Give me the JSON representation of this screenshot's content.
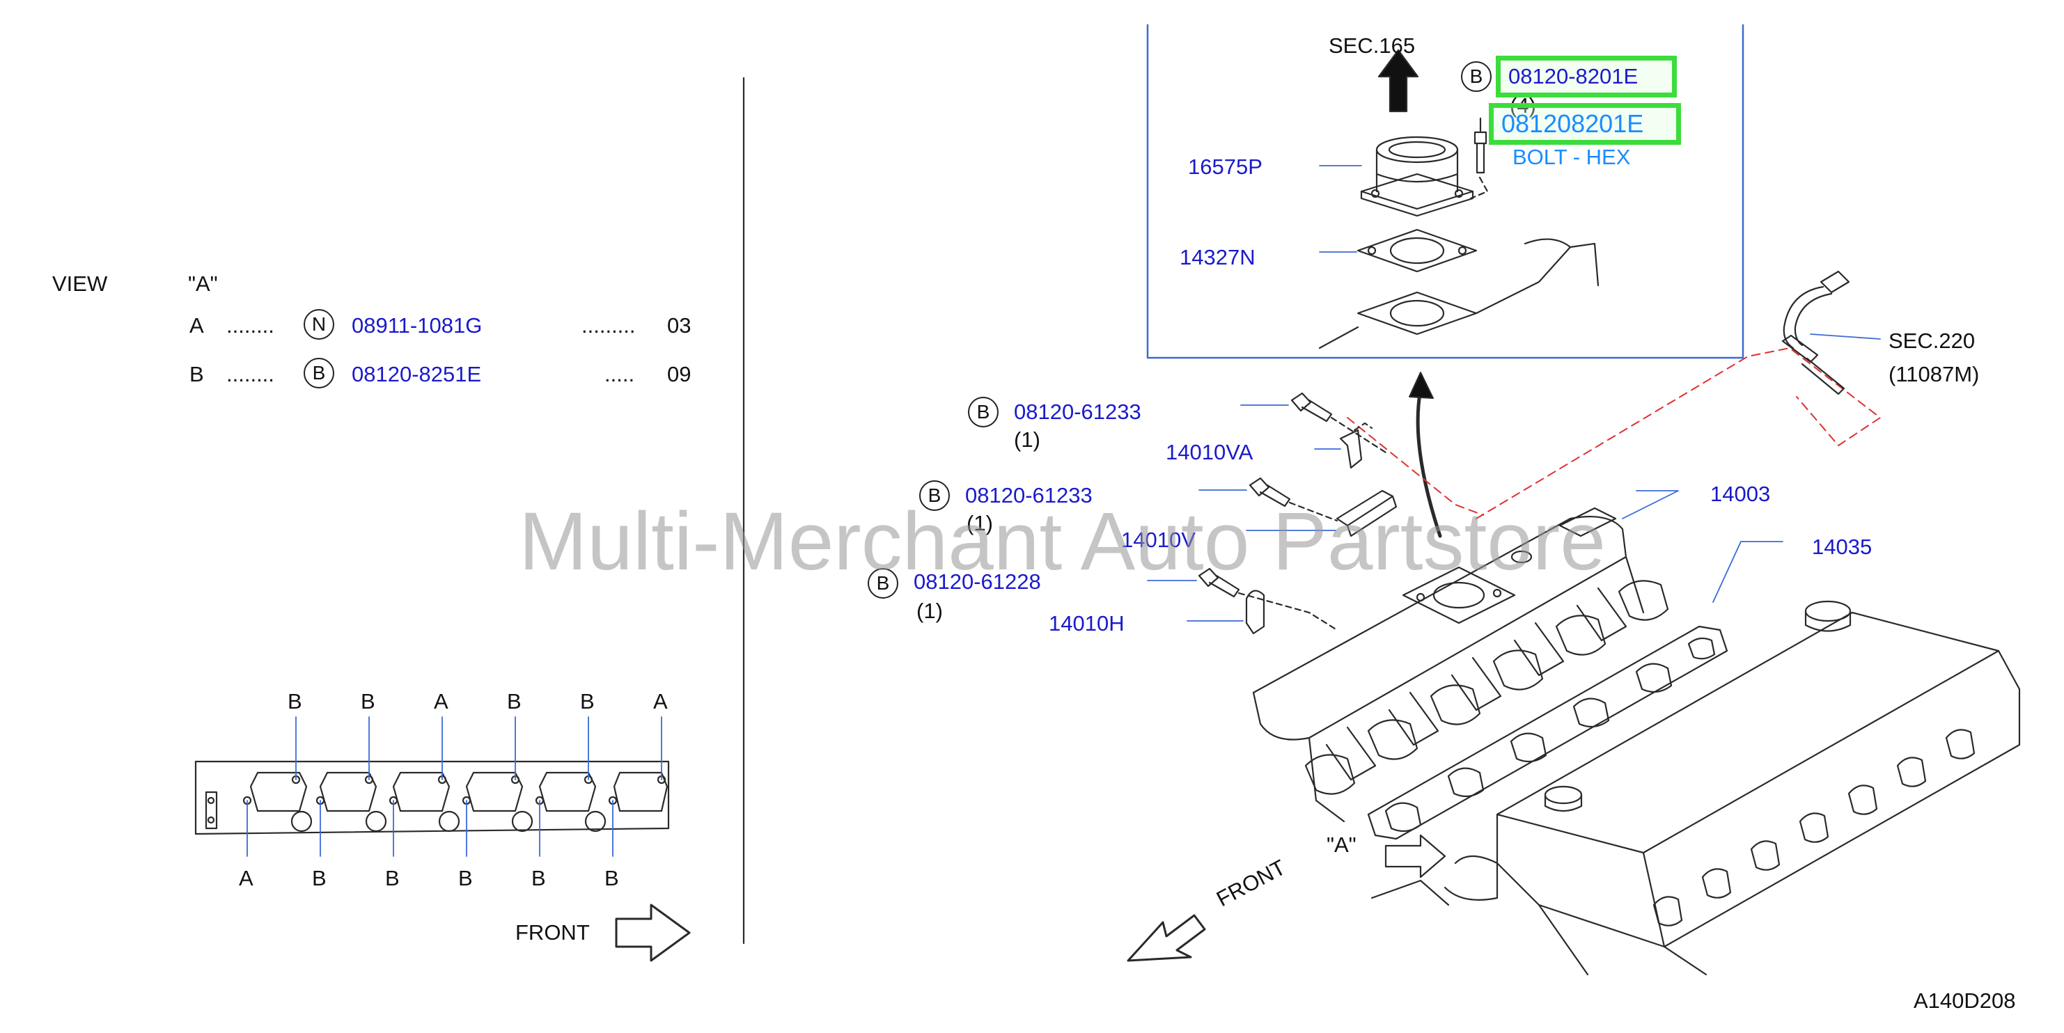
{
  "view": {
    "title": "VIEW",
    "ref": "\"A\"",
    "rows": [
      {
        "letter": "A",
        "dots": "........",
        "symbol": "N",
        "part": "08911-1081G",
        "dots2": ".........",
        "qty": "03"
      },
      {
        "letter": "B",
        "dots": "........",
        "symbol": "B",
        "part": "08120-8251E",
        "dots2": ".....",
        "qty": "09"
      }
    ]
  },
  "gasket_view": {
    "top_labels": [
      "B",
      "B",
      "A",
      "B",
      "B",
      "A"
    ],
    "bottom_labels": [
      "A",
      "B",
      "B",
      "B",
      "B",
      "B"
    ],
    "front": "FRONT"
  },
  "inset": {
    "sec": "SEC.165",
    "bolt_symbol": "B",
    "bolt_part": "08120-8201E",
    "bolt_qty": "(4)",
    "bolt_alt": "081208201E",
    "bolt_desc": "BOLT - HEX",
    "part_16575": "16575P",
    "part_14327": "14327N"
  },
  "sensor": {
    "sec": "SEC.220",
    "part": "(11087M)"
  },
  "callouts": {
    "bolt1_symbol": "B",
    "bolt1_part": "08120-61233",
    "bolt1_qty": "(1)",
    "bolt2_symbol": "B",
    "bolt2_part": "08120-61233",
    "bolt2_qty": "(1)",
    "bolt3_symbol": "B",
    "bolt3_part": "08120-61228",
    "bolt3_qty": "(1)",
    "p14010va": "14010VA",
    "p14010v": "14010V",
    "p14010h": "14010H",
    "p14003": "14003",
    "p14035": "14035",
    "view_a": "\"A\"",
    "front": "FRONT"
  },
  "watermark": "Multi-Merchant Auto Partstore",
  "diagram_code": "A140D208",
  "colors": {
    "part_blue": "#1a1acc",
    "link_blue": "#1a8cff",
    "highlight": "#3ddc3d",
    "leader_red": "#e03030"
  }
}
